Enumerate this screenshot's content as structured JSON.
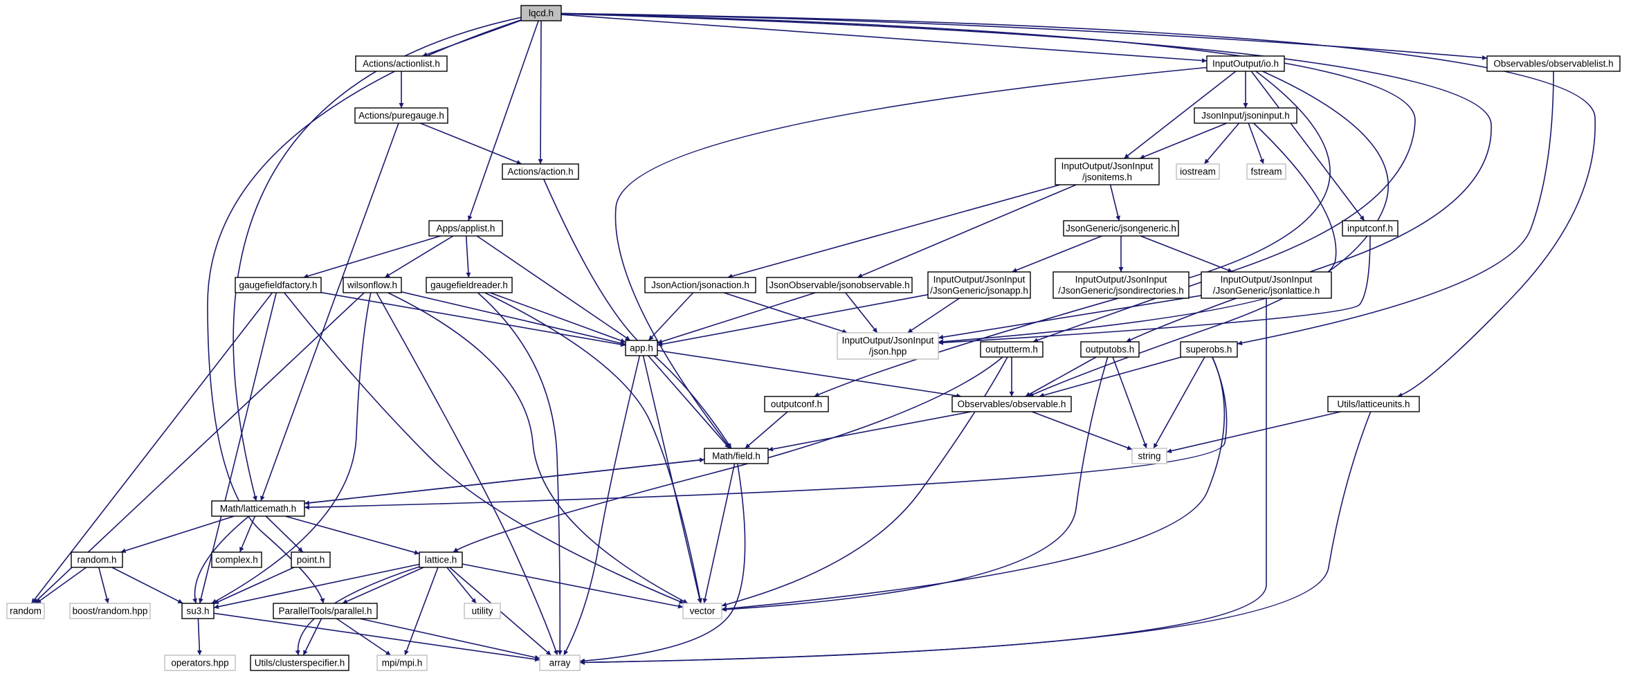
{
  "graph": {
    "colors": {
      "root_fill": "#bfbfbf",
      "local_border": "#000000",
      "local_fill": "#ffffff",
      "system_border": "#bfbfbf",
      "system_fill": "#ffffff",
      "edge": "#191970",
      "text": "#000000"
    },
    "nodes": [
      {
        "id": "lqcd",
        "label": [
          "lqcd.h"
        ],
        "kind": "root"
      },
      {
        "id": "actionlist",
        "label": [
          "Actions/actionlist.h"
        ],
        "kind": "local"
      },
      {
        "id": "puregauge",
        "label": [
          "Actions/puregauge.h"
        ],
        "kind": "local"
      },
      {
        "id": "action",
        "label": [
          "Actions/action.h"
        ],
        "kind": "local"
      },
      {
        "id": "applist",
        "label": [
          "Apps/applist.h"
        ],
        "kind": "local"
      },
      {
        "id": "gaugefieldfactory",
        "label": [
          "gaugefieldfactory.h"
        ],
        "kind": "local"
      },
      {
        "id": "wilsonflow",
        "label": [
          "wilsonflow.h"
        ],
        "kind": "local"
      },
      {
        "id": "gaugefieldreader",
        "label": [
          "gaugefieldreader.h"
        ],
        "kind": "local"
      },
      {
        "id": "io",
        "label": [
          "InputOutput/io.h"
        ],
        "kind": "local"
      },
      {
        "id": "jsoninput",
        "label": [
          "JsonInput/jsoninput.h"
        ],
        "kind": "local"
      },
      {
        "id": "iostream",
        "label": [
          "iostream"
        ],
        "kind": "system"
      },
      {
        "id": "fstream",
        "label": [
          "fstream"
        ],
        "kind": "system"
      },
      {
        "id": "jsonitems",
        "label": [
          "InputOutput/JsonInput",
          "/jsonitems.h"
        ],
        "kind": "local"
      },
      {
        "id": "jsongeneric",
        "label": [
          "JsonGeneric/jsongeneric.h"
        ],
        "kind": "local"
      },
      {
        "id": "inputconf",
        "label": [
          "inputconf.h"
        ],
        "kind": "local"
      },
      {
        "id": "observablelist",
        "label": [
          "Observables/observablelist.h"
        ],
        "kind": "local"
      },
      {
        "id": "jsonaction",
        "label": [
          "JsonAction/jsonaction.h"
        ],
        "kind": "local"
      },
      {
        "id": "jsonobservable",
        "label": [
          "JsonObservable/jsonobservable.h"
        ],
        "kind": "local"
      },
      {
        "id": "jsonapp",
        "label": [
          "InputOutput/JsonInput",
          "/JsonGeneric/jsonapp.h"
        ],
        "kind": "local"
      },
      {
        "id": "jsondirectories",
        "label": [
          "InputOutput/JsonInput",
          "/JsonGeneric/jsondirectories.h"
        ],
        "kind": "local"
      },
      {
        "id": "jsonlattice",
        "label": [
          "InputOutput/JsonInput",
          "/JsonGeneric/jsonlattice.h"
        ],
        "kind": "local"
      },
      {
        "id": "jsonhpp",
        "label": [
          "InputOutput/JsonInput",
          "/json.hpp"
        ],
        "kind": "system"
      },
      {
        "id": "app",
        "label": [
          "app.h"
        ],
        "kind": "local"
      },
      {
        "id": "outputterm",
        "label": [
          "outputterm.h"
        ],
        "kind": "local"
      },
      {
        "id": "outputobs",
        "label": [
          "outputobs.h"
        ],
        "kind": "local"
      },
      {
        "id": "superobs",
        "label": [
          "superobs.h"
        ],
        "kind": "local"
      },
      {
        "id": "outputconf",
        "label": [
          "outputconf.h"
        ],
        "kind": "local"
      },
      {
        "id": "observable",
        "label": [
          "Observables/observable.h"
        ],
        "kind": "local"
      },
      {
        "id": "latticeunits",
        "label": [
          "Utils/latticeunits.h"
        ],
        "kind": "local"
      },
      {
        "id": "field",
        "label": [
          "Math/field.h"
        ],
        "kind": "local"
      },
      {
        "id": "string",
        "label": [
          "string"
        ],
        "kind": "system"
      },
      {
        "id": "latticemath",
        "label": [
          "Math/latticemath.h"
        ],
        "kind": "local"
      },
      {
        "id": "random_h",
        "label": [
          "random.h"
        ],
        "kind": "local"
      },
      {
        "id": "complex",
        "label": [
          "complex.h"
        ],
        "kind": "local"
      },
      {
        "id": "point",
        "label": [
          "point.h"
        ],
        "kind": "local"
      },
      {
        "id": "lattice",
        "label": [
          "lattice.h"
        ],
        "kind": "local"
      },
      {
        "id": "random",
        "label": [
          "random"
        ],
        "kind": "system"
      },
      {
        "id": "boostrandom",
        "label": [
          "boost/random.hpp"
        ],
        "kind": "system"
      },
      {
        "id": "su3",
        "label": [
          "su3.h"
        ],
        "kind": "local"
      },
      {
        "id": "utility",
        "label": [
          "utility"
        ],
        "kind": "system"
      },
      {
        "id": "parallel",
        "label": [
          "ParallelTools/parallel.h"
        ],
        "kind": "local"
      },
      {
        "id": "vector",
        "label": [
          "vector"
        ],
        "kind": "system"
      },
      {
        "id": "operators",
        "label": [
          "operators.hpp"
        ],
        "kind": "system"
      },
      {
        "id": "clusterspecifier",
        "label": [
          "Utils/clusterspecifier.h"
        ],
        "kind": "local"
      },
      {
        "id": "mpi",
        "label": [
          "mpi/mpi.h"
        ],
        "kind": "system"
      },
      {
        "id": "array",
        "label": [
          "array"
        ],
        "kind": "system"
      }
    ],
    "edges": [
      [
        "lqcd",
        "actionlist"
      ],
      [
        "lqcd",
        "action"
      ],
      [
        "lqcd",
        "applist"
      ],
      [
        "lqcd",
        "io"
      ],
      [
        "lqcd",
        "observablelist"
      ],
      [
        "lqcd",
        "latticemath"
      ],
      [
        "lqcd",
        "parallel"
      ],
      [
        "lqcd",
        "latticeunits"
      ],
      [
        "lqcd",
        "outputobs"
      ],
      [
        "lqcd",
        "outputterm"
      ],
      [
        "actionlist",
        "puregauge"
      ],
      [
        "puregauge",
        "action"
      ],
      [
        "puregauge",
        "latticemath"
      ],
      [
        "action",
        "field"
      ],
      [
        "applist",
        "gaugefieldfactory"
      ],
      [
        "applist",
        "wilsonflow"
      ],
      [
        "applist",
        "gaugefieldreader"
      ],
      [
        "applist",
        "app"
      ],
      [
        "gaugefieldfactory",
        "random"
      ],
      [
        "gaugefieldfactory",
        "su3"
      ],
      [
        "gaugefieldfactory",
        "app"
      ],
      [
        "gaugefieldfactory",
        "vector"
      ],
      [
        "wilsonflow",
        "random"
      ],
      [
        "wilsonflow",
        "su3"
      ],
      [
        "wilsonflow",
        "app"
      ],
      [
        "wilsonflow",
        "vector"
      ],
      [
        "wilsonflow",
        "array"
      ],
      [
        "gaugefieldreader",
        "app"
      ],
      [
        "gaugefieldreader",
        "vector"
      ],
      [
        "gaugefieldreader",
        "array"
      ],
      [
        "io",
        "jsoninput"
      ],
      [
        "io",
        "jsonitems"
      ],
      [
        "io",
        "inputconf"
      ],
      [
        "io",
        "field"
      ],
      [
        "io",
        "outputconf"
      ],
      [
        "io",
        "observable"
      ],
      [
        "jsoninput",
        "jsonitems"
      ],
      [
        "jsoninput",
        "iostream"
      ],
      [
        "jsoninput",
        "fstream"
      ],
      [
        "jsoninput",
        "jsonhpp"
      ],
      [
        "jsonitems",
        "jsongeneric"
      ],
      [
        "jsonitems",
        "jsonaction"
      ],
      [
        "jsonitems",
        "jsonobservable"
      ],
      [
        "jsongeneric",
        "jsonapp"
      ],
      [
        "jsongeneric",
        "jsondirectories"
      ],
      [
        "jsongeneric",
        "jsonlattice"
      ],
      [
        "inputconf",
        "jsonhpp"
      ],
      [
        "observablelist",
        "superobs"
      ],
      [
        "jsonaction",
        "app"
      ],
      [
        "jsonaction",
        "jsonhpp"
      ],
      [
        "jsonobservable",
        "app"
      ],
      [
        "jsonobservable",
        "jsonhpp"
      ],
      [
        "jsonapp",
        "app"
      ],
      [
        "jsonapp",
        "jsonhpp"
      ],
      [
        "jsonlattice",
        "jsonhpp"
      ],
      [
        "jsonlattice",
        "array"
      ],
      [
        "app",
        "observable"
      ],
      [
        "app",
        "field"
      ],
      [
        "app",
        "vector"
      ],
      [
        "app",
        "array"
      ],
      [
        "outputterm",
        "observable"
      ],
      [
        "outputterm",
        "lattice"
      ],
      [
        "outputterm",
        "vector"
      ],
      [
        "outputobs",
        "observable"
      ],
      [
        "outputobs",
        "string"
      ],
      [
        "outputobs",
        "vector"
      ],
      [
        "superobs",
        "observable"
      ],
      [
        "superobs",
        "string"
      ],
      [
        "superobs",
        "latticemath"
      ],
      [
        "superobs",
        "vector"
      ],
      [
        "outputconf",
        "field"
      ],
      [
        "observable",
        "field"
      ],
      [
        "observable",
        "string"
      ],
      [
        "latticeunits",
        "string"
      ],
      [
        "latticeunits",
        "array"
      ],
      [
        "field",
        "latticemath"
      ],
      [
        "field",
        "vector"
      ],
      [
        "field",
        "array"
      ],
      [
        "latticemath",
        "field"
      ],
      [
        "latticemath",
        "random_h"
      ],
      [
        "latticemath",
        "complex"
      ],
      [
        "latticemath",
        "point"
      ],
      [
        "latticemath",
        "lattice"
      ],
      [
        "latticemath",
        "su3"
      ],
      [
        "random_h",
        "random"
      ],
      [
        "random_h",
        "boostrandom"
      ],
      [
        "random_h",
        "su3"
      ],
      [
        "point",
        "su3"
      ],
      [
        "lattice",
        "su3"
      ],
      [
        "lattice",
        "utility"
      ],
      [
        "lattice",
        "parallel"
      ],
      [
        "lattice",
        "vector"
      ],
      [
        "lattice",
        "clusterspecifier"
      ],
      [
        "lattice",
        "mpi"
      ],
      [
        "lattice",
        "array"
      ],
      [
        "su3",
        "operators"
      ],
      [
        "su3",
        "array"
      ],
      [
        "parallel",
        "clusterspecifier"
      ],
      [
        "parallel",
        "mpi"
      ],
      [
        "parallel",
        "array"
      ]
    ]
  }
}
